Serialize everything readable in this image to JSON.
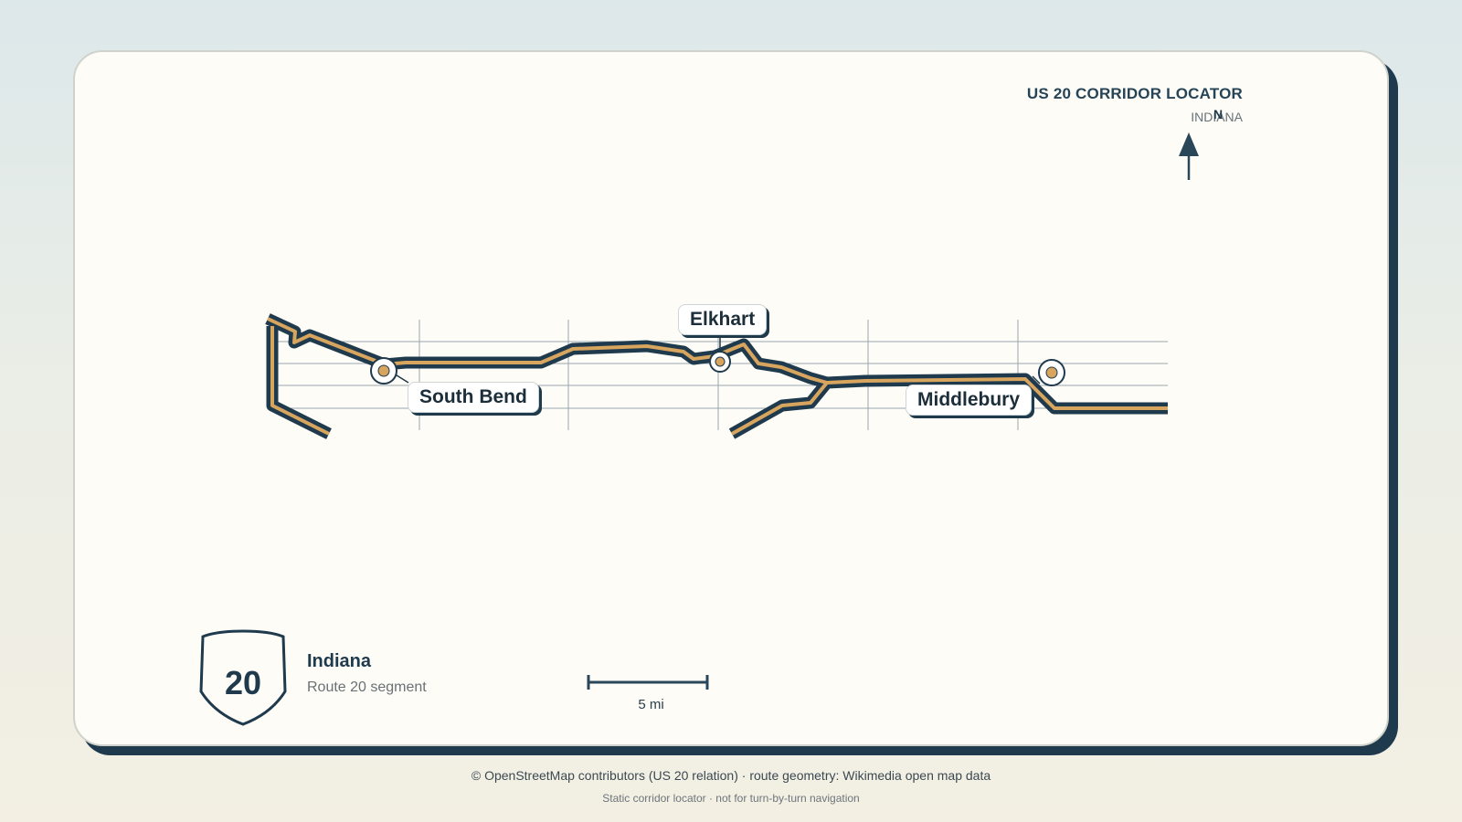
{
  "locator": {
    "title": "US 20 CORRIDOR LOCATOR",
    "subtitle": "INDIANA",
    "north_label": "N"
  },
  "cities": [
    {
      "name": "South Bend"
    },
    {
      "name": "Elkhart"
    },
    {
      "name": "Middlebury"
    }
  ],
  "shield": {
    "route_number": "20",
    "state": "Indiana",
    "description": "Route 20 segment"
  },
  "scale": {
    "label": "5 mi"
  },
  "attribution": {
    "line1": "© OpenStreetMap contributors (US 20 relation) · route geometry: Wikimedia open map data",
    "line2": "Static corridor locator · not for turn-by-turn navigation"
  },
  "colors": {
    "route_casing": "#1f3a4d",
    "route_fill": "#d8a55f",
    "grid": "#9aa6b0",
    "card_background": "#fdfcf6"
  }
}
